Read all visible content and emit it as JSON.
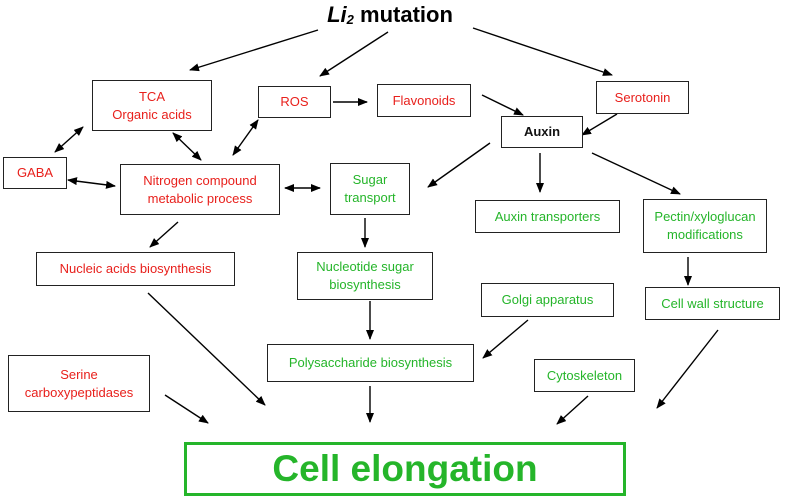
{
  "title": {
    "gene": "Li",
    "subscript": "2",
    "rest": " mutation"
  },
  "nodes": {
    "tca": "TCA\nOrganic acids",
    "ros": "ROS",
    "flavonoids": "Flavonoids",
    "serotonin": "Serotonin",
    "auxin": "Auxin",
    "gaba": "GABA",
    "nitrogen": "Nitrogen compound\nmetabolic process",
    "sugar_transport": "Sugar\ntransport",
    "auxin_transporters": "Auxin transporters",
    "pectin": "Pectin/xyloglucan\nmodifications",
    "nucleic": "Nucleic acids biosynthesis",
    "nucleotide_sugar": "Nucleotide sugar\nbiosynthesis",
    "golgi": "Golgi apparatus",
    "cell_wall": "Cell wall structure",
    "serine": "Serine\ncarboxypeptidases",
    "polysaccharide": "Polysaccharide biosynthesis",
    "cytoskeleton": "Cytoskeleton",
    "cell_elongation": "Cell elongation"
  },
  "colors": {
    "red": "#e8201c",
    "green": "#25b52a",
    "black": "#111111"
  }
}
